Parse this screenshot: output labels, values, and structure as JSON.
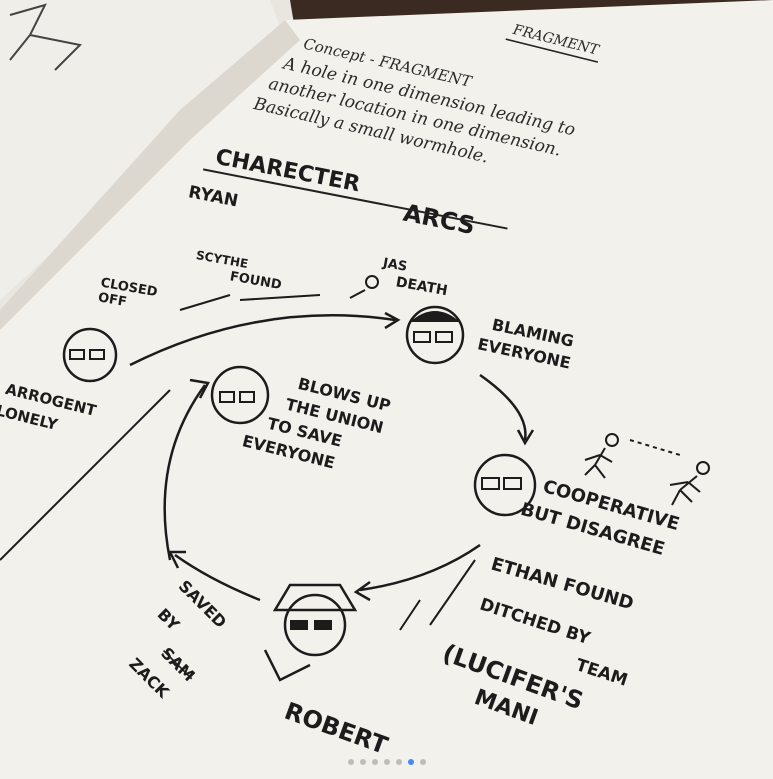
{
  "page": {
    "title": "FRAGMENT",
    "concept_line": "Concept - FRAGMENT",
    "description": [
      "A hole in one dimension leading to",
      "another location in one dimension.",
      "Basically a small wormhole."
    ]
  },
  "diagram": {
    "heading_left": "CHARECTER",
    "heading_right": "ARCS",
    "character": "RYAN",
    "nodes": {
      "arrogent": "ARROGENT",
      "lonely": "LONELY",
      "closed_off_1": "CLOSED",
      "closed_off_2": "OFF",
      "scythe_1": "SCYTHE",
      "scythe_2": "FOUND",
      "jas_1": "JAS",
      "jas_2": "DEATH",
      "blaming_1": "BLAMING",
      "blaming_2": "EVERYONE",
      "blows_1": "BLOWS UP",
      "blows_2": "THE UNION",
      "blows_3": "TO SAVE",
      "blows_4": "EVERYONE",
      "coop_1": "COOPERATIVE",
      "coop_2": "BUT DISAGREE",
      "ethan": "ETHAN FOUND",
      "ditched_1": "DITCHED BY",
      "ditched_2": "TEAM",
      "lucifer_1": "(LUCIFER'S",
      "lucifer_2": "MANI",
      "saved_1": "SAVED",
      "saved_2": "BY",
      "saved_3": "SAM",
      "saved_4": "ZACK",
      "robert": "ROBERT"
    }
  },
  "carousel": {
    "total": 7,
    "active": 5
  }
}
